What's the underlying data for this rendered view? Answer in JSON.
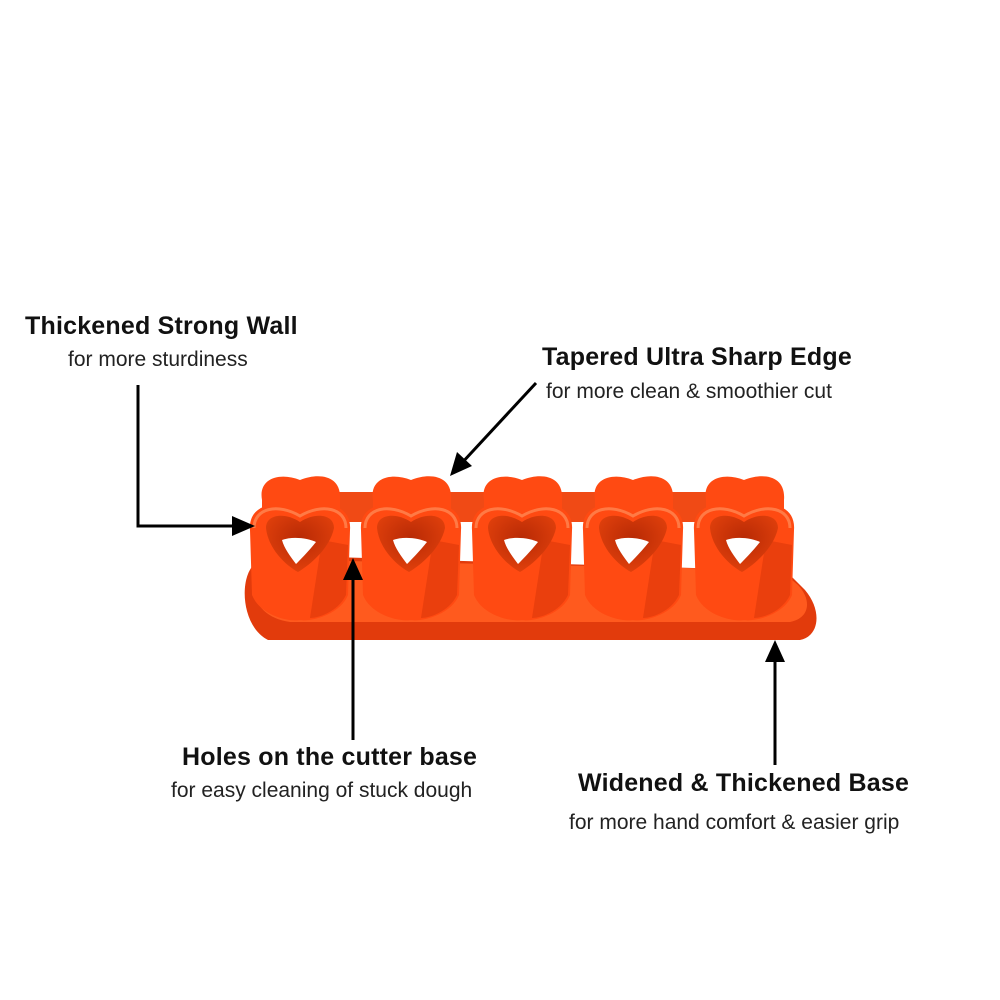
{
  "colors": {
    "cutter_main": "#ff4a12",
    "cutter_dark": "#d8360a",
    "cutter_light": "#ff7a45",
    "arrow": "#000000",
    "background": "#ffffff"
  },
  "product": {
    "cutter_count": 5
  },
  "callouts": [
    {
      "id": "wall",
      "title": "Thickened Strong Wall",
      "subtitle": "for more sturdiness"
    },
    {
      "id": "edge",
      "title": "Tapered Ultra Sharp Edge",
      "subtitle": "for more clean & smoothier cut"
    },
    {
      "id": "holes",
      "title": "Holes on the cutter base",
      "subtitle": "for easy cleaning of stuck dough"
    },
    {
      "id": "base",
      "title": "Widened  & Thickened Base",
      "subtitle": "for more hand comfort & easier grip"
    }
  ]
}
